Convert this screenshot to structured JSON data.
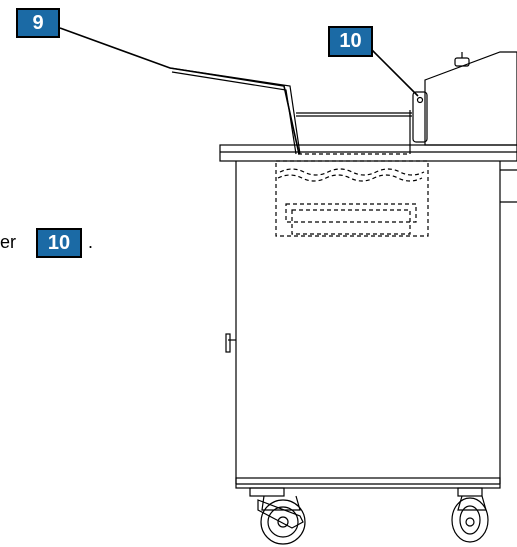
{
  "callouts": [
    {
      "label": "9"
    },
    {
      "label": "10"
    },
    {
      "label": "10"
    }
  ],
  "text": {
    "fragment": "er",
    "period": "."
  },
  "colors": {
    "callout_fill": "#1b6aa5",
    "line": "#000000",
    "background": "#ffffff"
  }
}
